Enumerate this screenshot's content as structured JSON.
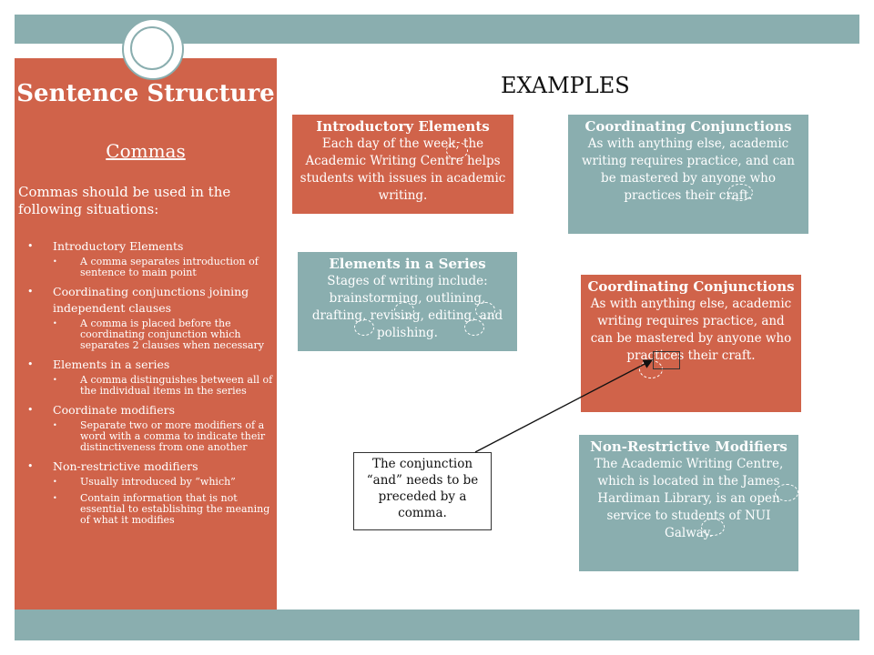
{
  "sidebar": {
    "title": "Sentence Structure",
    "subtitle": "Commas",
    "intro": "Commas should be used in the following situations:",
    "items": [
      {
        "label": "Introductory Elements",
        "subs": [
          "A comma separates introduction of sentence to main point"
        ]
      },
      {
        "label": "Coordinating conjunctions joining independent clauses",
        "subs": [
          "A comma is placed before the coordinating conjunction which separates 2 clauses when necessary"
        ]
      },
      {
        "label": "Elements in a series",
        "subs": [
          "A comma distinguishes between all of the individual items in the series"
        ]
      },
      {
        "label": "Coordinate modifiers",
        "subs": [
          "Separate two or more modifiers of a word with a comma to indicate their distinctiveness from one another"
        ]
      },
      {
        "label": "Non-restrictive modifiers",
        "subs": [
          "Usually introduced by “which”",
          "Contain information that is not essential to establishing the meaning of what it modifies"
        ]
      }
    ]
  },
  "examples": {
    "heading": "EXAMPLES",
    "intro_elements": {
      "title": "Introductory Elements",
      "body": "Each day of the week, the Academic Writing Centre helps students with issues in academic writing."
    },
    "coord_conj_1": {
      "title": "Coordinating Conjunctions",
      "body": "As with anything else, academic writing requires practice, and can be mastered by anyone who practices their craft."
    },
    "series": {
      "title": "Elements in a Series",
      "body": "Stages of writing include: brainstorming, outlining, drafting, revising, editing, and polishing."
    },
    "coord_conj_2": {
      "title": "Coordinating Conjunctions",
      "body": "As with anything else, academic writing requires practice, and can be mastered by anyone who practices their craft."
    },
    "non_restrictive": {
      "title": "Non-Restrictive Modifiers",
      "body": "The Academic Writing Centre, which is located in the James Hardiman Library, is an open service to students of NUI Galway."
    }
  },
  "callout": {
    "text": "The conjunction “and” needs to be preceded by a comma."
  },
  "colors": {
    "accent_orange": "#d0634a",
    "accent_teal": "#8aaeaf"
  }
}
